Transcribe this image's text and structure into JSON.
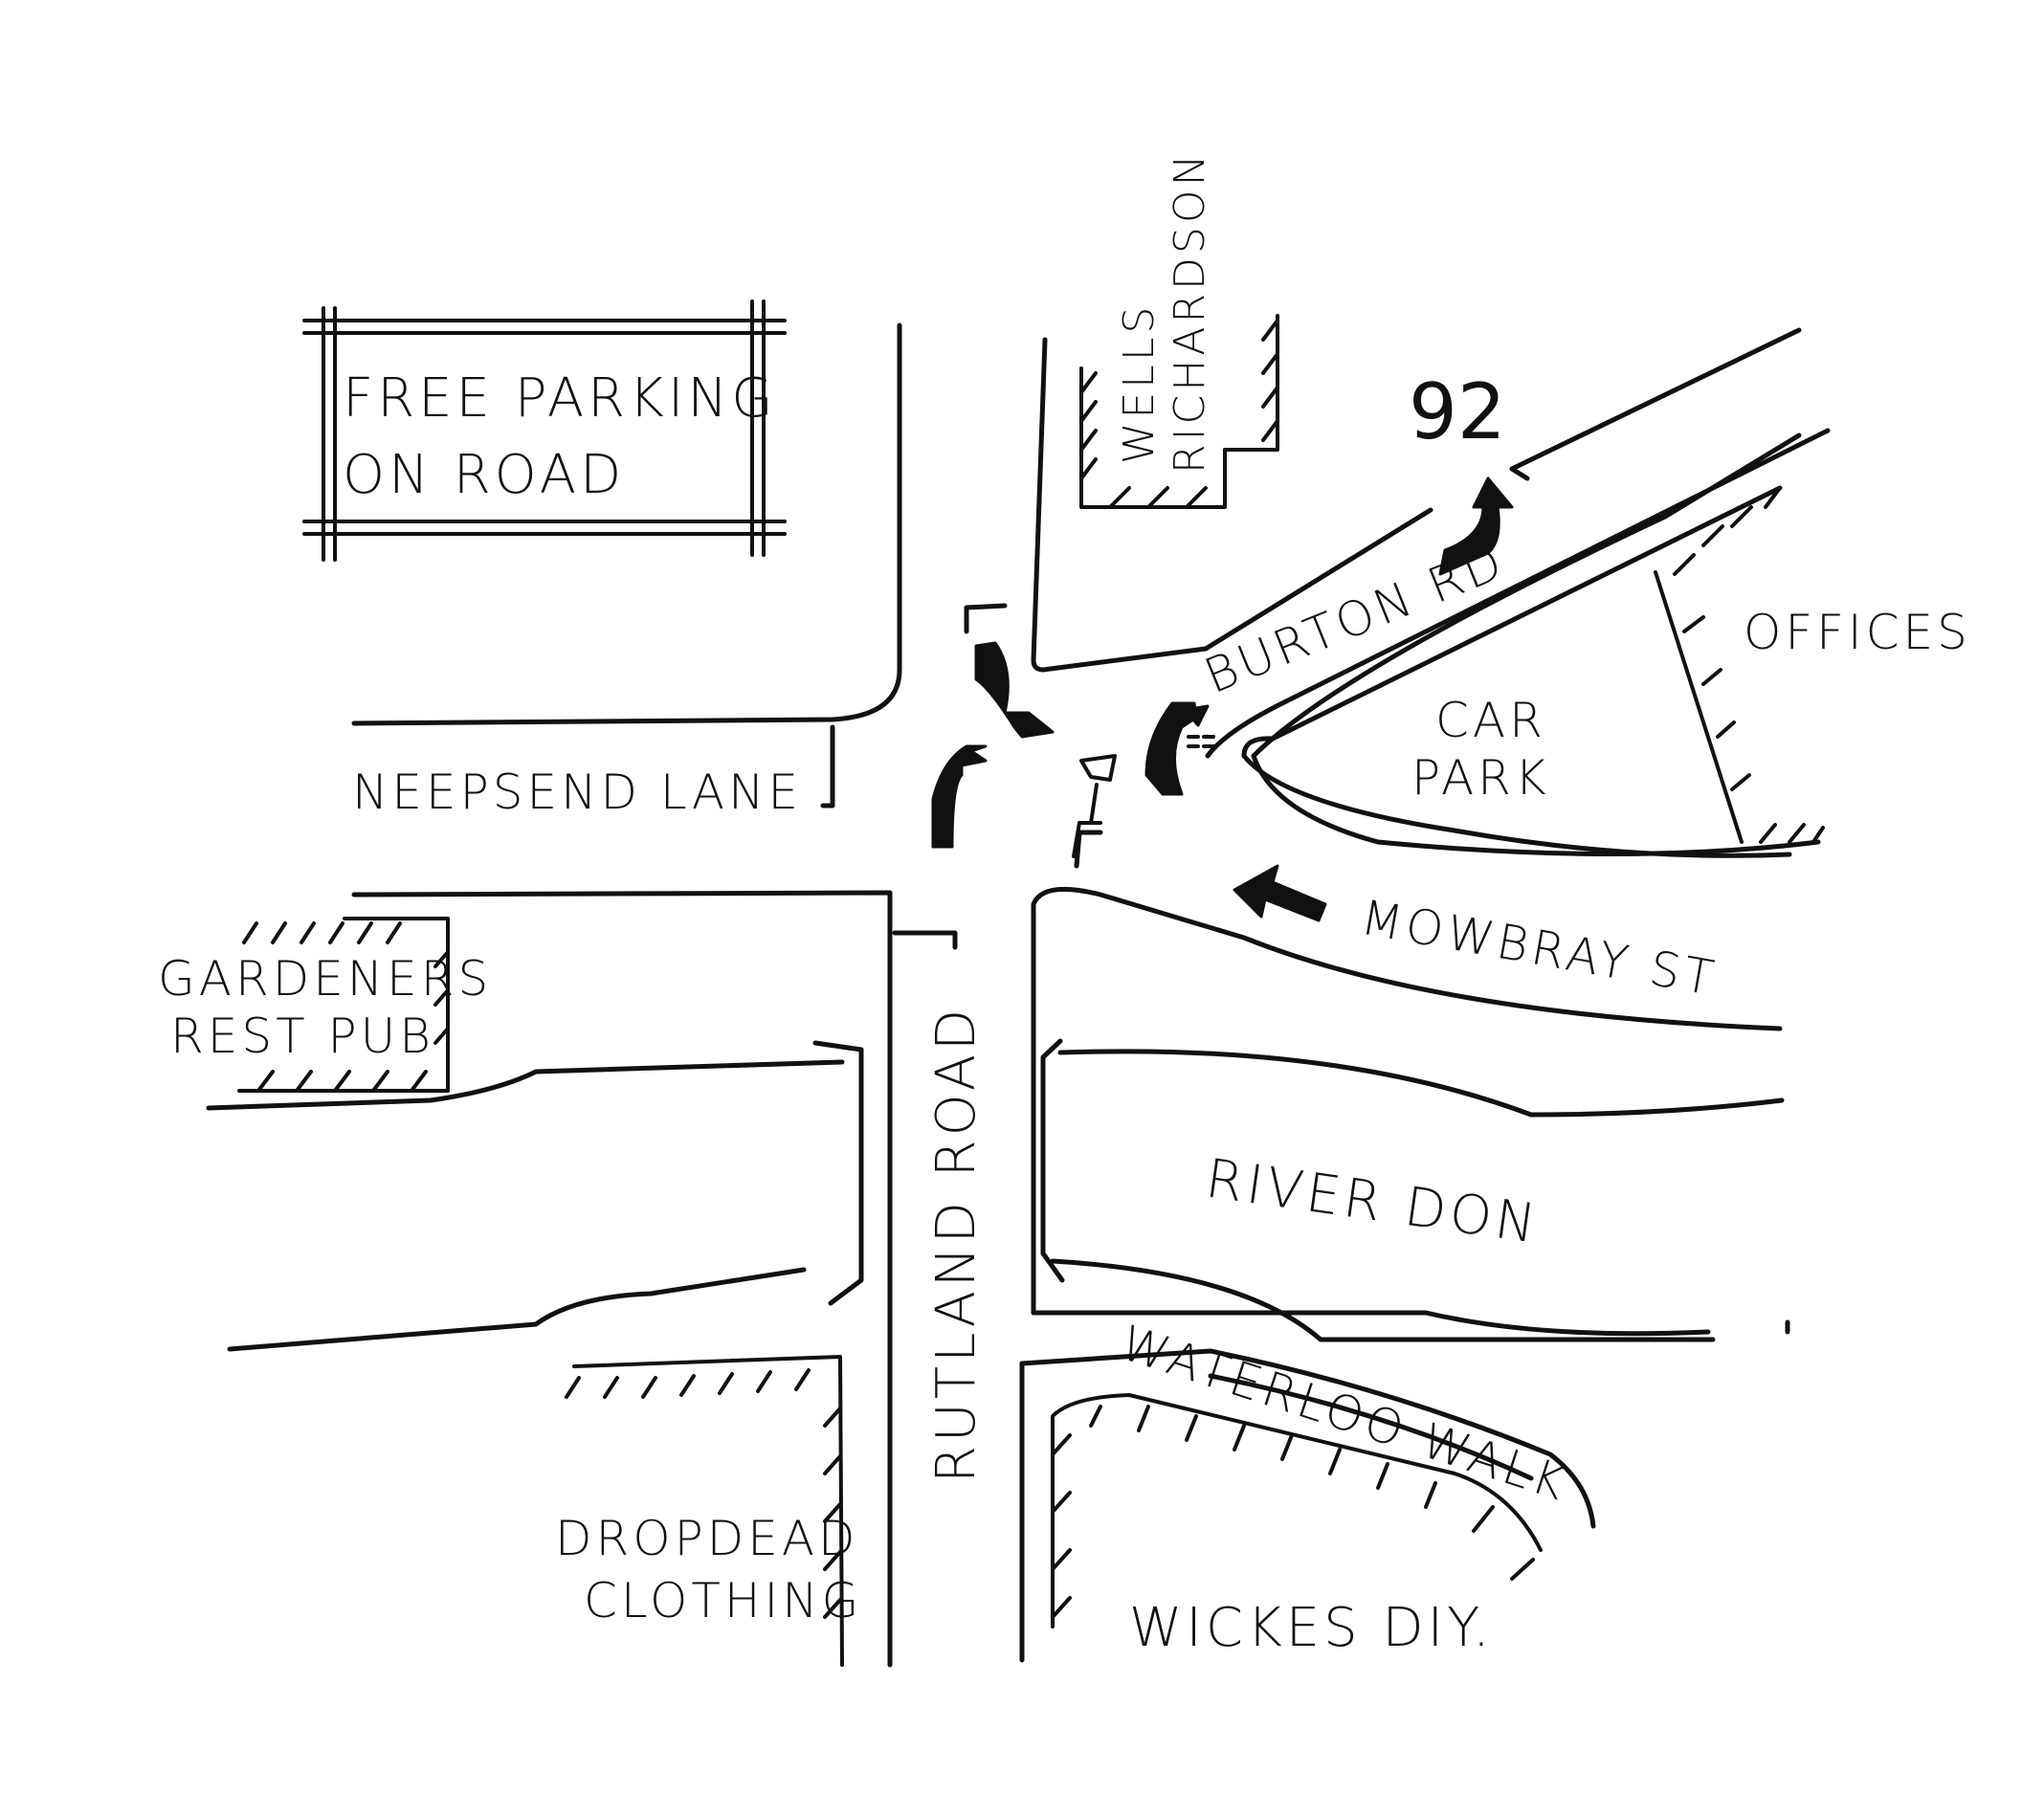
{
  "sign": {
    "line1": "FREE PARKING",
    "line2": "ON ROAD"
  },
  "streets": {
    "neepsend_lane": "NEEPSEND LANE",
    "burton_rd": "BURTON RD",
    "mowbray_st": "MOWBRAY ST",
    "rutland_road": "RUTLAND ROAD",
    "waterloo_walk": "WATERLOO WALK"
  },
  "river": "RIVER DON",
  "places": {
    "wells": "WELLS",
    "richardson": "RICHARDSON",
    "offices": "OFFICES",
    "car_park_1": "CAR",
    "car_park_2": "PARK",
    "pub_1": "GARDENERS",
    "pub_2": "REST PUB",
    "dropdead_1": "DROPDEAD",
    "dropdead_2": "CLOTHING",
    "wickes": "WICKES DIY."
  },
  "destination_number": "92",
  "icons": [
    "curved-arrow-icon",
    "straight-arrow-icon",
    "traffic-light-icon"
  ]
}
